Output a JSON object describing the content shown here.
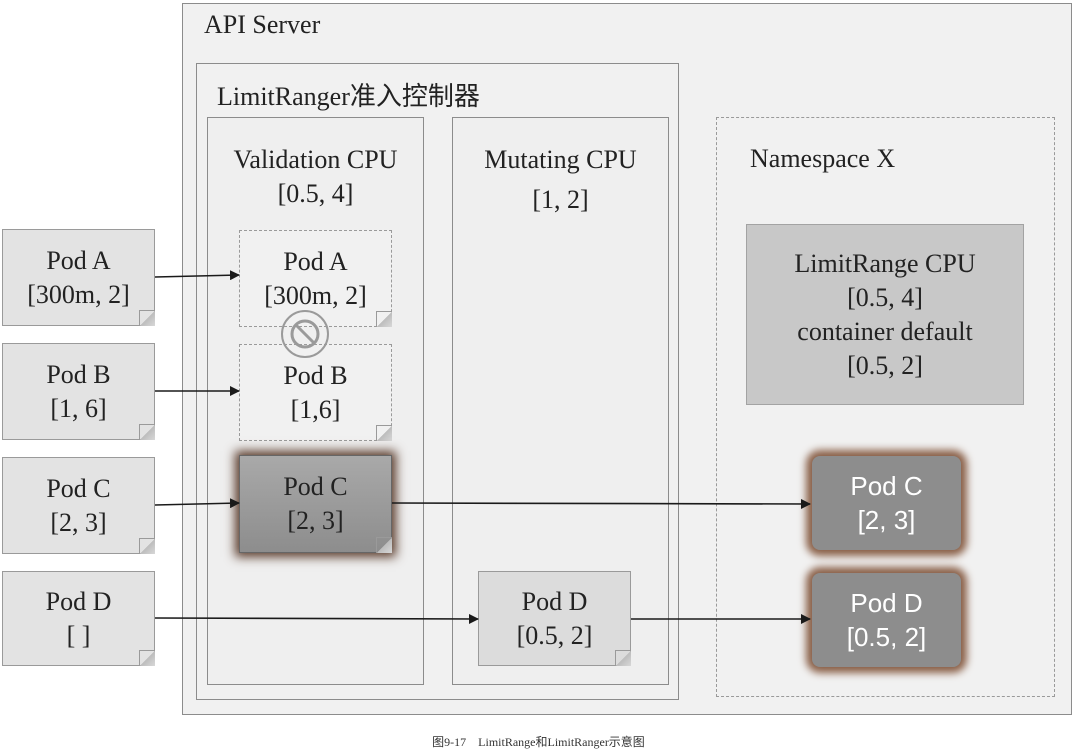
{
  "api_server": {
    "title": "API Server"
  },
  "limitranger": {
    "title": "LimitRanger准入控制器"
  },
  "validation": {
    "line1": "Validation CPU",
    "line2": "[0.5, 4]"
  },
  "mutating": {
    "line1": "Mutating CPU",
    "line2": "[1, 2]"
  },
  "namespace": {
    "title": "Namespace X"
  },
  "limitrange": {
    "line1": "LimitRange CPU",
    "line2": "[0.5, 4]",
    "line3": "container default",
    "line4": "[0.5, 2]"
  },
  "inputs": [
    {
      "name": "Pod A",
      "value": "[300m, 2]"
    },
    {
      "name": "Pod B",
      "value": "[1, 6]"
    },
    {
      "name": "Pod C",
      "value": "[2, 3]"
    },
    {
      "name": "Pod D",
      "value": "[ ]"
    }
  ],
  "validation_pods": [
    {
      "name": "Pod A",
      "value": "[300m, 2]"
    },
    {
      "name": "Pod B",
      "value": "[1,6]"
    },
    {
      "name": "Pod C",
      "value": "[2, 3]"
    }
  ],
  "mutating_pod": {
    "name": "Pod D",
    "value": "[0.5, 2]"
  },
  "namespace_pods": [
    {
      "name": "Pod C",
      "value": "[2, 3]"
    },
    {
      "name": "Pod D",
      "value": "[0.5, 2]"
    }
  ],
  "caption": "图9-17　LimitRange和LimitRanger示意图",
  "colors": {
    "accepted_glow": "#8a6048",
    "rejected_border": "#9a9a9a"
  }
}
